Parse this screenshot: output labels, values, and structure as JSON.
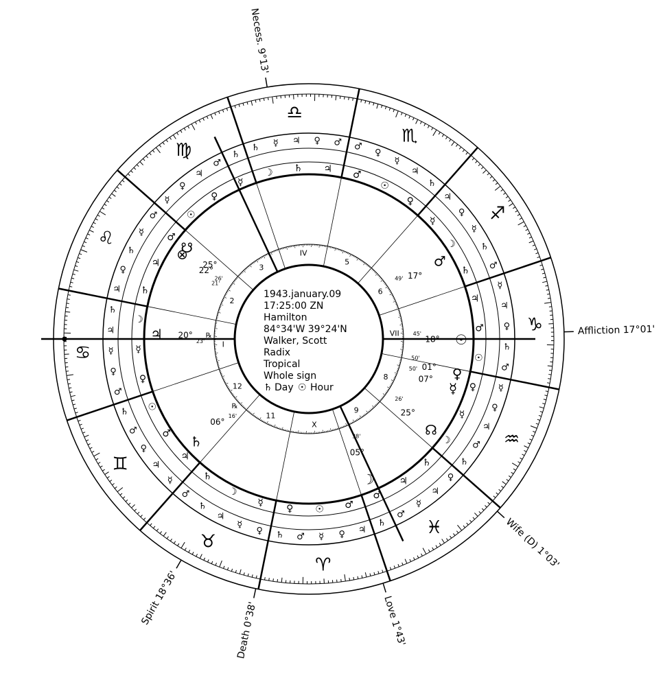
{
  "chart_info": {
    "lines": [
      "1943.january.09",
      "17:25:00 ZN",
      "Hamilton",
      "84°34'W  39°24'N",
      "Walker, Scott",
      "Radix",
      "Tropical",
      "Whole sign"
    ],
    "day_hour": {
      "day_glyph": "♄",
      "day_label": "Day",
      "hour_glyph": "☉",
      "hour_label": "Hour"
    }
  },
  "signs": [
    {
      "name": "aries",
      "glyph": "♈",
      "start_deg": 0
    },
    {
      "name": "taurus",
      "glyph": "♉",
      "start_deg": 30
    },
    {
      "name": "gemini",
      "glyph": "♊",
      "start_deg": 60
    },
    {
      "name": "cancer",
      "glyph": "♋",
      "start_deg": 90
    },
    {
      "name": "leo",
      "glyph": "♌",
      "start_deg": 120
    },
    {
      "name": "virgo",
      "glyph": "♍",
      "start_deg": 150
    },
    {
      "name": "libra",
      "glyph": "♎",
      "start_deg": 180
    },
    {
      "name": "scorpio",
      "glyph": "♏",
      "start_deg": 210
    },
    {
      "name": "sagittarius",
      "glyph": "♐",
      "start_deg": 240
    },
    {
      "name": "capricorn",
      "glyph": "♑",
      "start_deg": 270
    },
    {
      "name": "aquarius",
      "glyph": "♒",
      "start_deg": 300
    },
    {
      "name": "pisces",
      "glyph": "♓",
      "start_deg": 330
    }
  ],
  "angles": {
    "asc": 108.6,
    "mc": 353.6
  },
  "houses": [
    {
      "label": "I",
      "roman": true
    },
    {
      "label": "2",
      "roman": false
    },
    {
      "label": "3",
      "roman": false
    },
    {
      "label": "IV",
      "roman": true
    },
    {
      "label": "5",
      "roman": false
    },
    {
      "label": "6",
      "roman": false
    },
    {
      "label": "VII",
      "roman": true
    },
    {
      "label": "8",
      "roman": false
    },
    {
      "label": "9",
      "roman": false
    },
    {
      "label": "X",
      "roman": true
    },
    {
      "label": "11",
      "roman": false
    },
    {
      "label": "12",
      "roman": false
    }
  ],
  "planets": [
    {
      "name": "moon",
      "glyph": "☽",
      "lon": 355.6,
      "deg": "05°",
      "min": "38'"
    },
    {
      "name": "north-node",
      "glyph": "☊",
      "lon": 325.3,
      "deg": "25°",
      "min": "26'"
    },
    {
      "name": "mercury",
      "glyph": "☿",
      "lon": 307.5,
      "deg": "07°",
      "min": "50'"
    },
    {
      "name": "venus",
      "glyph": "♀",
      "lon": 301.8,
      "deg": "01°",
      "min": "50'"
    },
    {
      "name": "sun",
      "glyph": "☉",
      "lon": 288.8,
      "deg": "18°",
      "min": "45'"
    },
    {
      "name": "mars",
      "glyph": "♂",
      "lon": 257.8,
      "deg": "17°",
      "min": "49'"
    },
    {
      "name": "part-of-fortune",
      "glyph": "⊗",
      "lon": 142.4,
      "deg": "22°",
      "min": "21'"
    },
    {
      "name": "south-node",
      "glyph": "☋",
      "lon": 145.4,
      "deg": "25°",
      "min": "26'"
    },
    {
      "name": "jupiter",
      "glyph": "♃",
      "lon": 110.4,
      "deg": "20°",
      "min": "23'",
      "retro": "℞"
    },
    {
      "name": "saturn",
      "glyph": "♄",
      "lon": 66.3,
      "deg": "06°",
      "min": "16'",
      "retro": "℞"
    }
  ],
  "lots": [
    {
      "name": "love",
      "label": "Love 1°43'",
      "lon": 1.7
    },
    {
      "name": "wife",
      "label": "Wife (D) 1°03'",
      "lon": 331.05
    },
    {
      "name": "affliction",
      "label": "Affliction 17°01'",
      "lon": 287.0
    },
    {
      "name": "necessity",
      "label": "Necess. 9°13'",
      "lon": 189.2
    },
    {
      "name": "spirit",
      "label": "Spirit 18°36'",
      "lon": 48.6
    },
    {
      "name": "death",
      "label": "Death 0°38'",
      "lon": 30.6
    }
  ],
  "terms": [
    [
      "♃",
      "♀",
      "☿",
      "♂",
      "♄"
    ],
    [
      "♀",
      "☿",
      "♃",
      "♄",
      "♂"
    ],
    [
      "☿",
      "♃",
      "♀",
      "♂",
      "♄"
    ],
    [
      "♂",
      "♀",
      "☿",
      "♃",
      "♄"
    ],
    [
      "♃",
      "♀",
      "♄",
      "☿",
      "♂"
    ],
    [
      "☿",
      "♀",
      "♃",
      "♂",
      "♄"
    ],
    [
      "♄",
      "☿",
      "♃",
      "♀",
      "♂"
    ],
    [
      "♂",
      "♀",
      "☿",
      "♃",
      "♄"
    ],
    [
      "♃",
      "♀",
      "☿",
      "♄",
      "♂"
    ],
    [
      "☿",
      "♃",
      "♀",
      "♄",
      "♂"
    ],
    [
      "☿",
      "♀",
      "♃",
      "♂",
      "♄"
    ],
    [
      "♀",
      "♃",
      "☿",
      "♂",
      "♄"
    ]
  ],
  "faces": [
    [
      "♂",
      "☉",
      "♀"
    ],
    [
      "☿",
      "☽",
      "♄"
    ],
    [
      "♃",
      "♂",
      "☉"
    ],
    [
      "♀",
      "☿",
      "☽"
    ],
    [
      "♄",
      "♃",
      "♂"
    ],
    [
      "☉",
      "♀",
      "☿"
    ],
    [
      "☽",
      "♄",
      "♃"
    ],
    [
      "♂",
      "☉",
      "♀"
    ],
    [
      "☿",
      "☽",
      "♄"
    ],
    [
      "♃",
      "♂",
      "☉"
    ],
    [
      "♀",
      "☿",
      "☽"
    ],
    [
      "♄",
      "♃",
      "♂"
    ]
  ]
}
